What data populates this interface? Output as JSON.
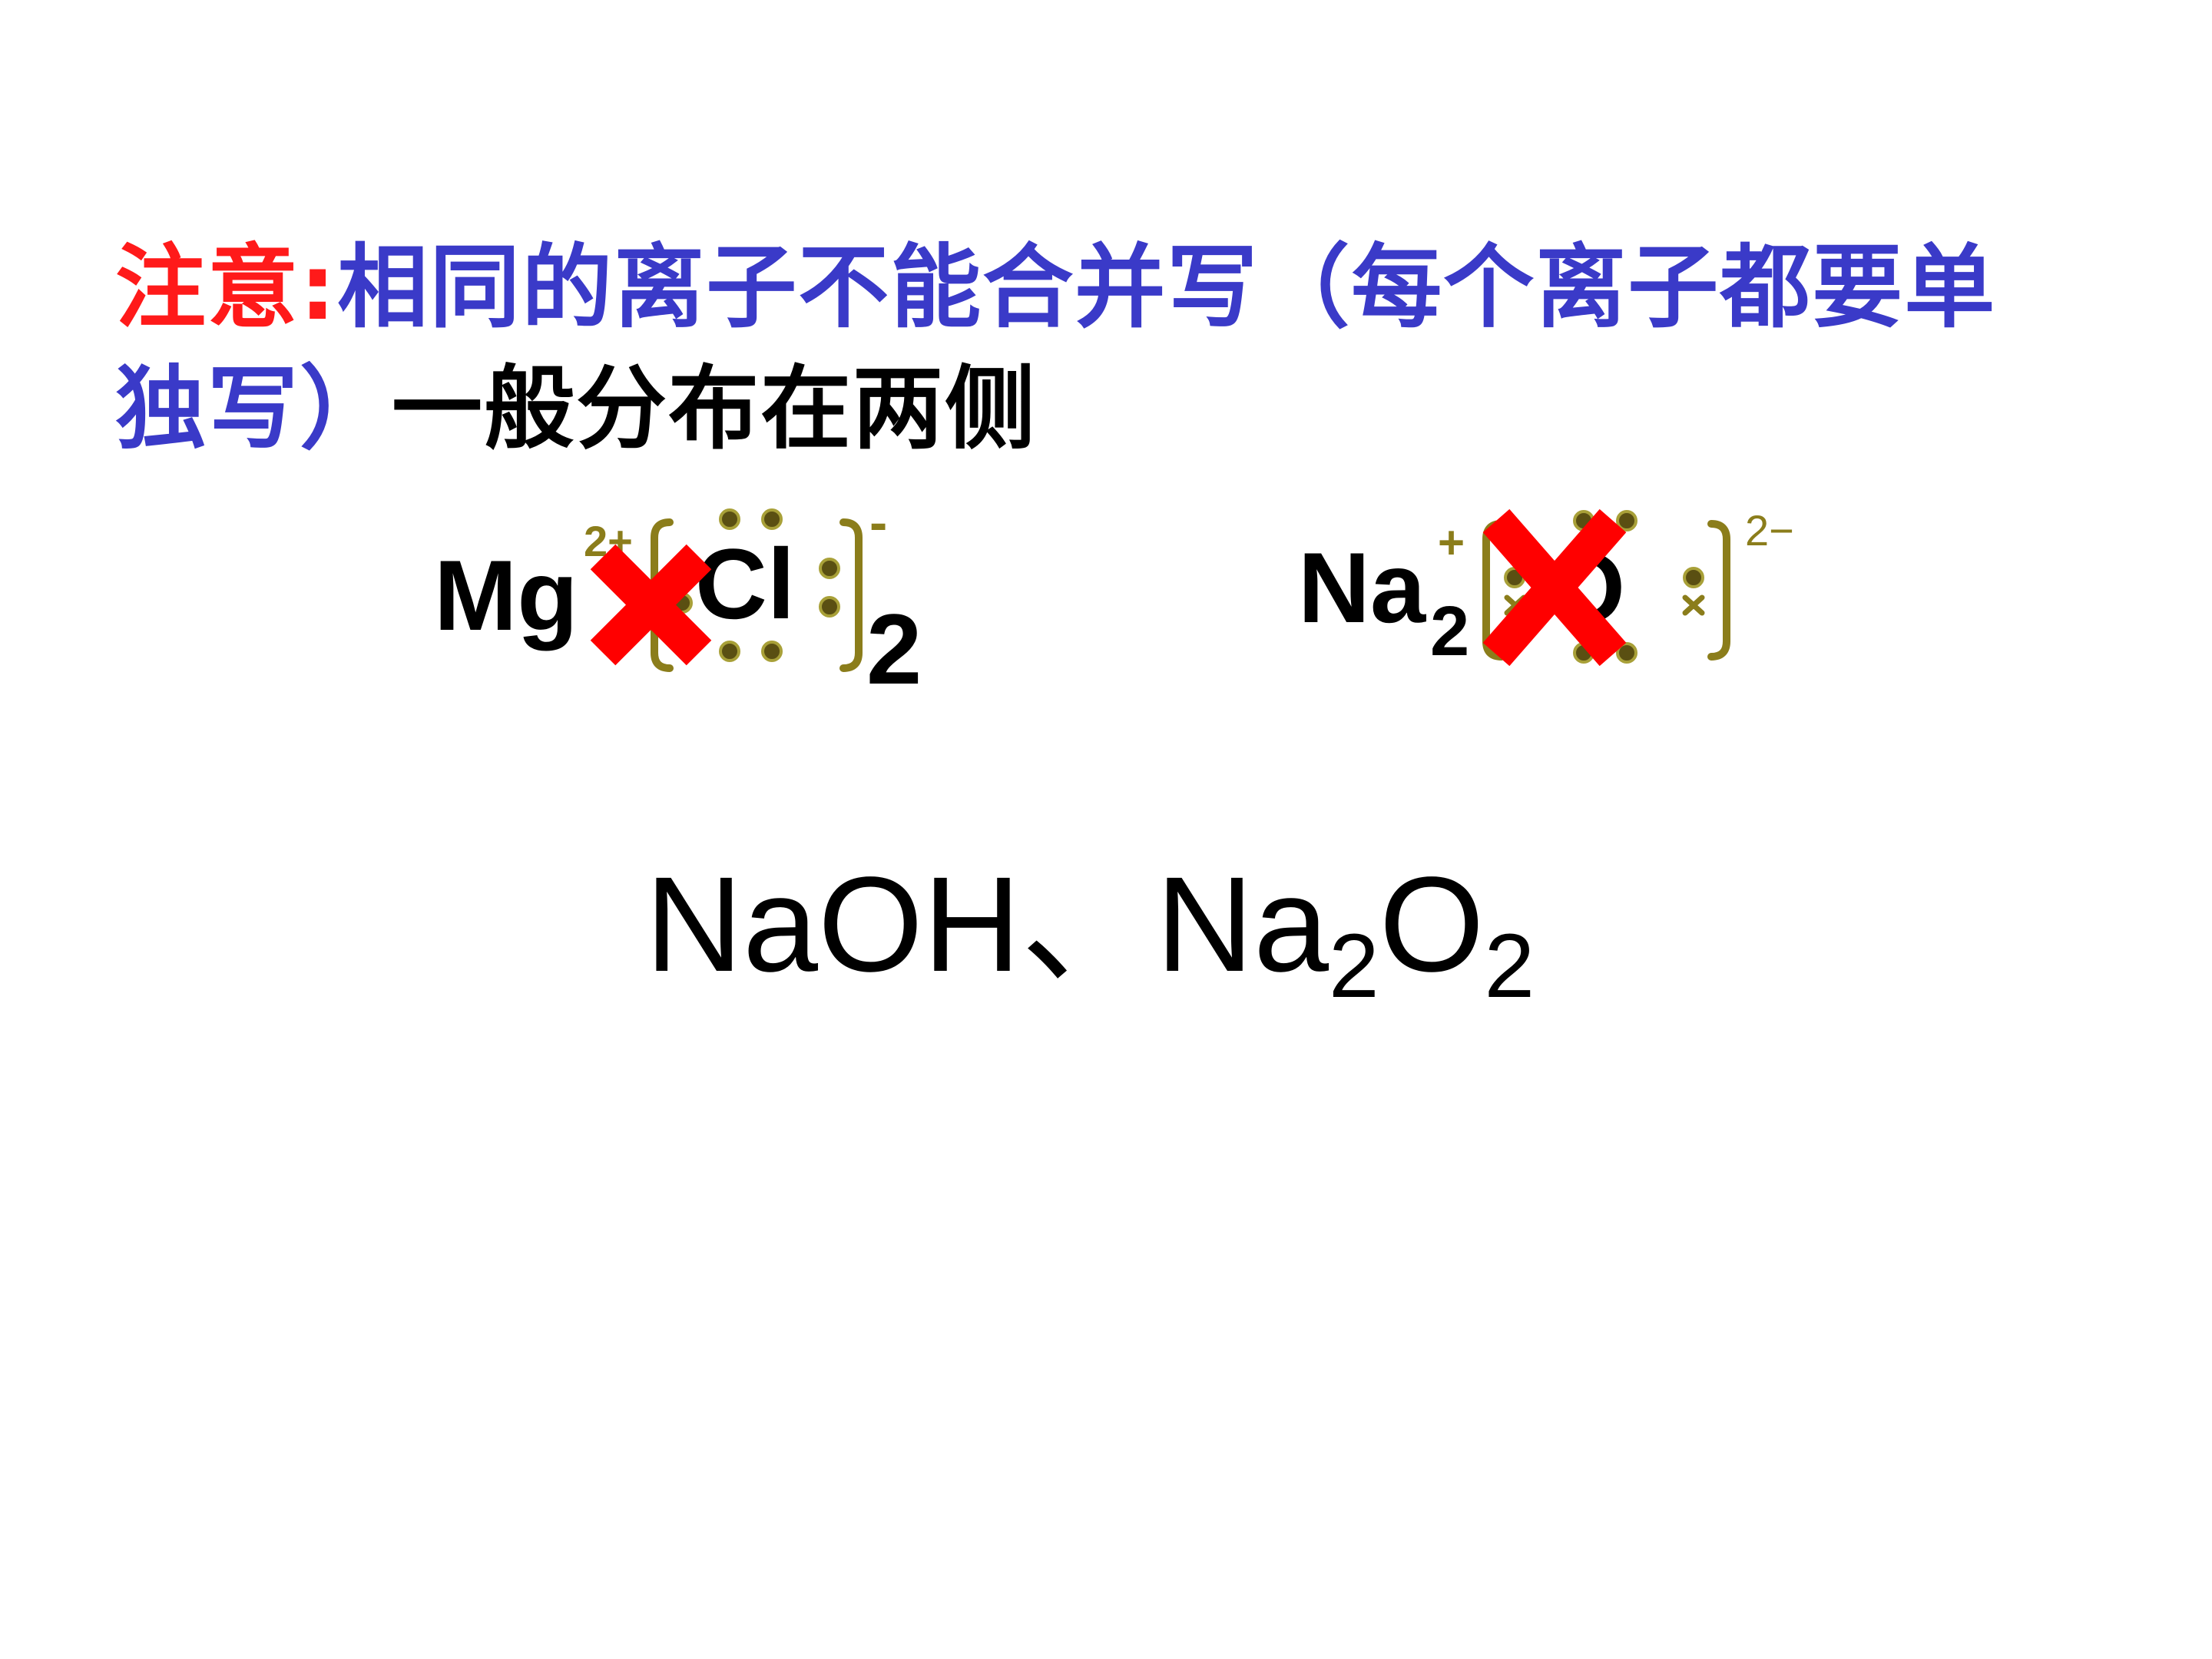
{
  "note": {
    "prefix": "注意:",
    "blue_text": "相同的离子不能合并写（每个离子都要单独写）",
    "black_text": "一般分布在两侧"
  },
  "example1": {
    "metal": "Mg",
    "metal_charge": "2+",
    "anion": "Cl",
    "anion_charge": "-",
    "count": "2"
  },
  "example2": {
    "metal": "Na",
    "metal_count": "2",
    "metal_charge": "+",
    "anion": "O",
    "anion_charge": "2−"
  },
  "formula": {
    "f1": "NaOH",
    "sep": "、",
    "f2_na": "Na",
    "f2_sub1": "2",
    "f2_o": "O",
    "f2_sub2": "2"
  },
  "colors": {
    "red": "#ff1a1a",
    "blue": "#3a3ac8",
    "olive": "#8b7d1b",
    "cross": "#ff0000"
  }
}
